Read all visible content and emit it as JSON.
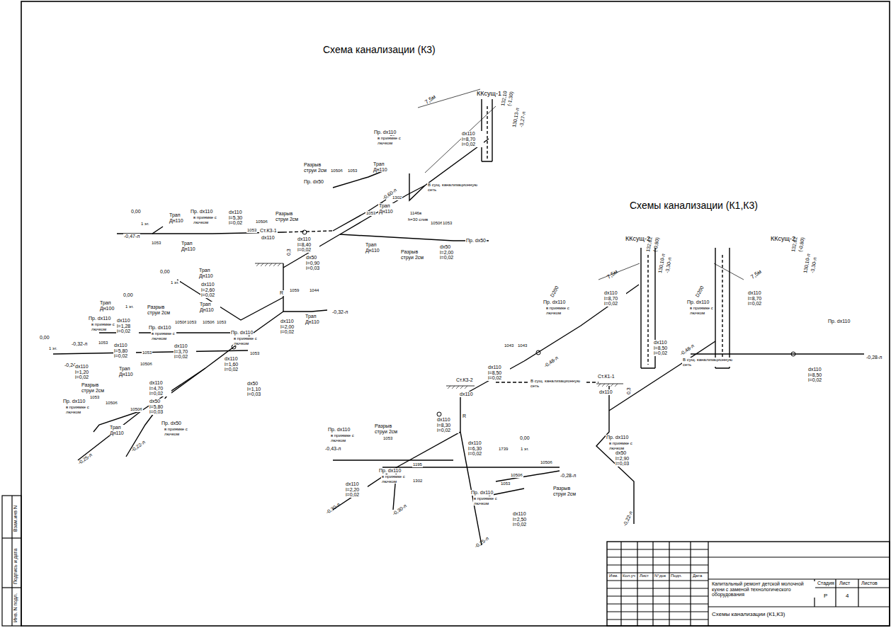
{
  "diagram": {
    "title": "Схема канализации (К3)",
    "labels": [
      "ККсущ-1",
      "132,10",
      "(-1,30)",
      "130,13-л",
      "-3,27-л",
      "7,5м",
      "D200",
      "dx110 l=8,70 i=0,02",
      "Пр. dx110",
      "в приямке с лючком",
      "В сущ. канализационную сеть",
      "Трап Дн110",
      "Разрыв струи 2см",
      "Пр. dx50",
      "1050б",
      "1053",
      "-0,60-л",
      "0,00",
      "1 эт.",
      "-0,47-л",
      "Трап Дн110",
      "Пр. dx110",
      "в приямке с лючком",
      "dx110 l=5,30 i=0,02",
      "Разрыв струи 2см",
      "1053",
      "1050б",
      "1053",
      "Трап Дн110",
      "1053",
      "Трап Дн110",
      "1302",
      "1146в",
      "h=30 слив",
      "1050б",
      "1053",
      "Пр. dx50",
      "dx50 l=2,00 i=0,02",
      "Трап Дн110",
      "Разрыв струи 2см",
      "Ст.К3-1",
      "dx110",
      "0,3",
      "dx110 l=8,40 i=0,02",
      "0,00",
      "1 эт.",
      "Трап Дн110",
      "dx110 l=2,60 i=0,02",
      "Трап Дн110",
      "dx50 l=0,90 i=0,03",
      "1059",
      "1044",
      "R",
      "Трап Дн110",
      "dx110 l=2,00 i=0,02",
      "-0,32-л",
      "Трап Дн100",
      "0,00",
      "1 эт.",
      "Разрыв струи 2см",
      "Пр. dx110",
      "в приямке с лючком",
      "dx110 l=1,28 i=0,02",
      "Пр. dx110",
      "в приямке с лючком",
      "1050б",
      "1053",
      "1050б",
      "1053",
      "0,00",
      "1 эт.",
      "-0,32-л",
      "-0,24-л",
      "1053",
      "dx110 l=5,80 i=0,02",
      "dx110 l=3,70 i=0,02",
      "1053",
      "dx110 l=1,20 i=0,02",
      "Трап Дн110",
      "1050б",
      "Пр. dx110",
      "в приямке с лючком",
      "dx110 l=1,60 i=0,02",
      "1053",
      "dx50 l=1,10 i=0,03",
      "Разрыв струи 2см",
      "dx110 l=4,70 i=0,02",
      "1053",
      "1050б",
      "1050б",
      "Пр. dx110",
      "в приямке с лючком",
      "dx50 l=5,80 i=0,03",
      "Трап Дн110",
      "Пр. dx50",
      "в приямке с лючком",
      "-0,25-л",
      "-0,22-л",
      "Схемы канализации (К1,К3)",
      "ККсущ-2",
      "132,62",
      "(-0,80)",
      "130,10-л",
      "-3,30-л",
      "ККсущ-2",
      "132,62",
      "(-0,80)",
      "130,10-л",
      "-3,30-л",
      "7,5м",
      "7,5м",
      "D200",
      "D200",
      "Пр. dx110",
      "в приямке с лючком",
      "Пр. dx110",
      "в приямке с лючком",
      "dx110 l=8,70 i=0,02",
      "dx110 l=8,70 i=0,02",
      "1043",
      "1043",
      "-0,48-л",
      "-0,48-л",
      "В сущ. канализационную сеть",
      "В сущ. канализационную сеть",
      "dx110 l=8,50 i=0,02",
      "dx110 l=8,50 i=0,02",
      "dx110 l=8,50 i=0,02",
      "Пр. dx110",
      "-0,28-л",
      "Ст.К1-1",
      "dx110",
      "0,3",
      "Ст.К3-2",
      "dx110",
      "R",
      "Пр. dx110",
      "в приямке с лючком",
      "dx50 l=2,90 i=0,03",
      "-0,22-л",
      "Пр. dx110",
      "в приямке с лючком",
      "Разрыв струи 2см",
      "1053",
      "-0,43-л",
      "Пр. dx110",
      "в приямке с лючком",
      "dx110 l=2,20 i=0,02",
      "dx110 l=8,30 i=0,02",
      "dx110 l=6,30 i=0,02",
      "1302",
      "1195",
      "1739",
      "0,00",
      "1 эт.",
      "-0,28-л",
      "1050б",
      "1050б",
      "Разрыв струи 2см",
      "Пр. dx110",
      "в приямке с лючком",
      "1053",
      "dx110 l=2,50 i=0,02",
      "-0,30-л",
      "-0,30-л",
      "-0,25-л",
      "Изм.",
      "Кол.уч",
      "Лист",
      "N°док",
      "Подп.",
      "Дата",
      "Капитальный ремонт детской молочной кухни с заменой технологического оборудования",
      "Стадия",
      "Лист",
      "Листов",
      "Р",
      "4",
      "Схемы канализации (К1,К3)",
      "Взам.инв N",
      "Подпись и дата",
      "Инв. N подл."
    ]
  }
}
